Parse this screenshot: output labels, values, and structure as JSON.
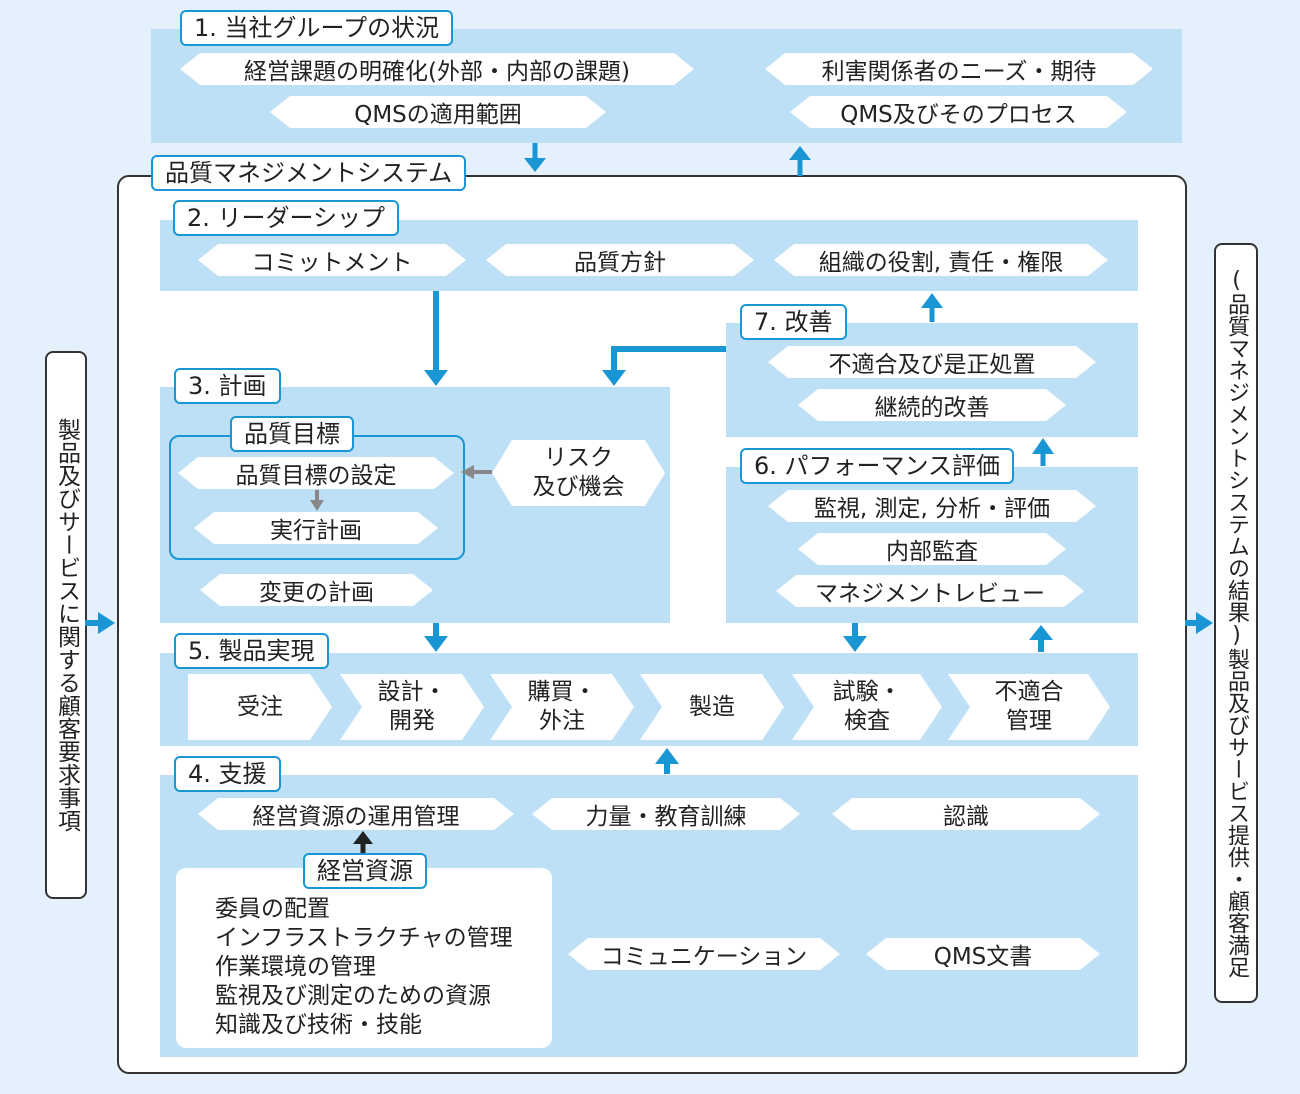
{
  "section1": {
    "title": "1. 当社グループの状況",
    "items": [
      "経営課題の明確化(外部・内部の課題)",
      "QMSの適用範囲",
      "利害関係者のニーズ・期待",
      "QMS及びそのプロセス"
    ]
  },
  "qms": {
    "title": "品質マネジメントシステム"
  },
  "left_side": {
    "text": "製品及びサービスに関する顧客要求事項"
  },
  "right_side": {
    "text": "(品質マネジメントシステムの結果)製品及びサービス提供・顧客満足"
  },
  "section2": {
    "title": "2. リーダーシップ",
    "items": [
      "コミットメント",
      "品質方針",
      "組織の役割, 責任・権限"
    ]
  },
  "section7": {
    "title": "7. 改善",
    "items": [
      "不適合及び是正処置",
      "継続的改善"
    ]
  },
  "section3": {
    "title": "3. 計画",
    "objectives_title": "品質目標",
    "objectives_items": [
      "品質目標の設定",
      "実行計画"
    ],
    "risk": "リスク\n及び機会",
    "change": "変更の計画"
  },
  "section6": {
    "title": "6. パフォーマンス評価",
    "items": [
      "監視, 測定, 分析・評価",
      "内部監査",
      "マネジメントレビュー"
    ]
  },
  "section5": {
    "title": "5. 製品実現",
    "steps": [
      "受注",
      "設計・\n開発",
      "購買・\n外注",
      "製造",
      "試験・\n検査",
      "不適合\n管理"
    ]
  },
  "section4": {
    "title": "4. 支援",
    "items": [
      "経営資源の運用管理",
      "力量・教育訓練",
      "認識",
      "コミュニケーション",
      "QMS文書"
    ],
    "resources_title": "経営資源",
    "resources": [
      "委員の配置",
      "インフラストラクチャの管理",
      "作業環境の管理",
      "監視及び測定のための資源",
      "知識及び技術・技能"
    ]
  },
  "colors": {
    "band": "#bde0f6",
    "accent": "#1b96d5",
    "background": "#e4f0fb",
    "arrow": "#1b96d5"
  },
  "icons": [
    "arrow-down-icon",
    "arrow-up-icon",
    "arrow-right-icon",
    "arrow-left-icon"
  ]
}
